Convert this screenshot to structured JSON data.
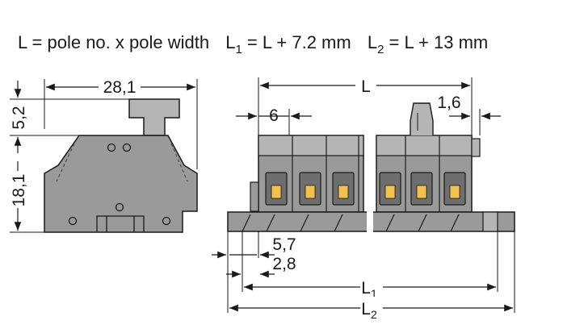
{
  "formula": {
    "part1": "L = pole no. x pole width",
    "l1_symbol": "L",
    "l1_sub": "1",
    "l1_expr": " = L + 7.2 mm",
    "l2_symbol": "L",
    "l2_sub": "2",
    "l2_expr": " = L + 13 mm"
  },
  "side_view": {
    "width": "28,1",
    "top_height": "5,2",
    "body_height": "18,1"
  },
  "front_view": {
    "length": "L",
    "pole_width": "6",
    "end_plate": "1,6",
    "offset_a": "5,7",
    "offset_b": "2,8",
    "l1_symbol": "L",
    "l1_sub": "1",
    "l2_symbol": "L",
    "l2_sub": "2"
  },
  "colors": {
    "housing": "#9a9a9a",
    "housing_light": "#b5b5b5",
    "outline": "#1a1a1a",
    "marker": "#f2c14e"
  }
}
